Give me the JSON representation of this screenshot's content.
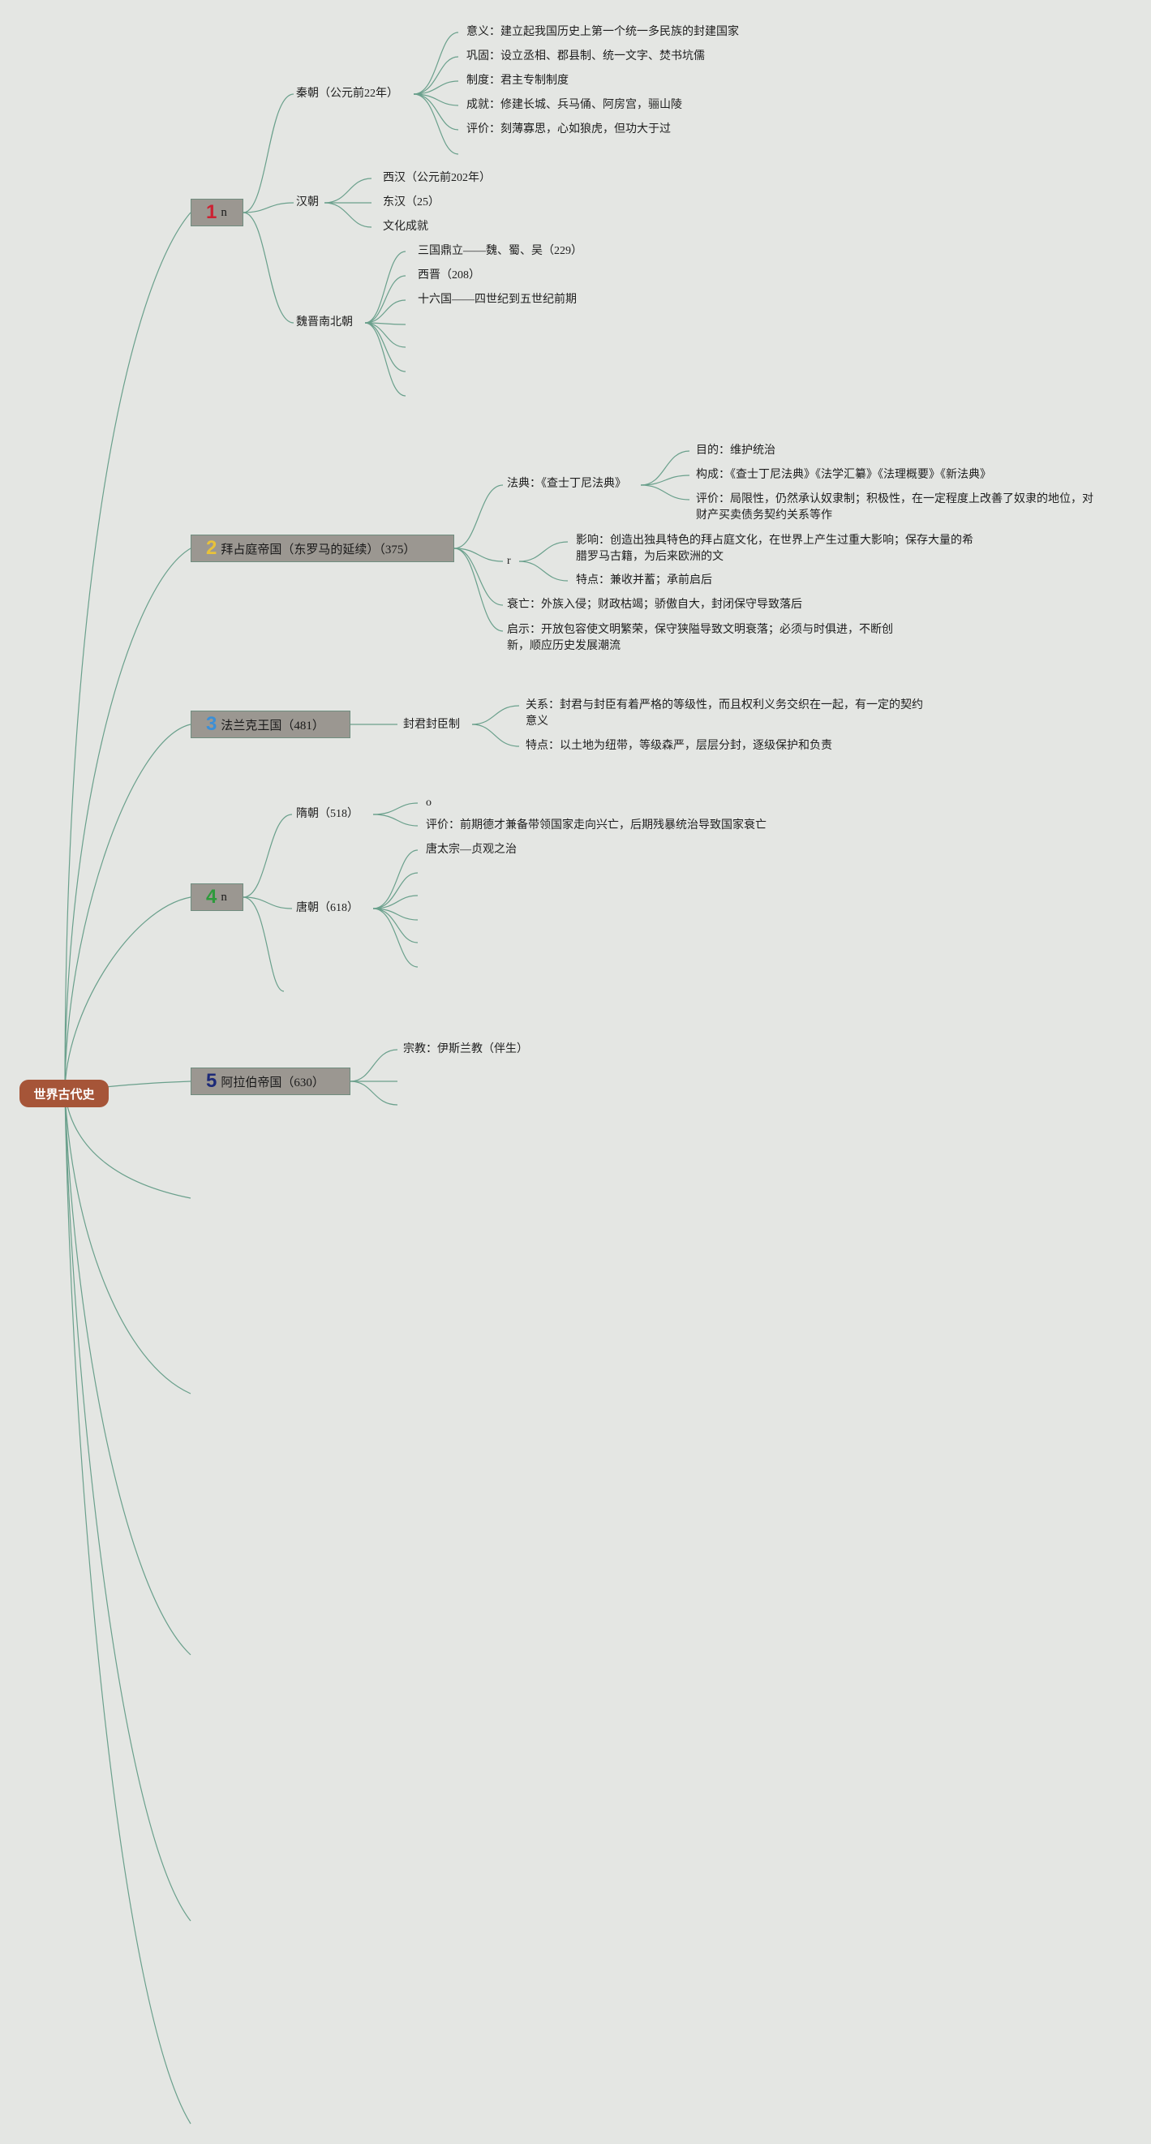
{
  "colors": {
    "background": "#e4e6e3",
    "link": "#6aa08c",
    "root_fill": "#a65538",
    "topic_fill": "#9b9791",
    "num1": "#cc2233",
    "num2": "#e8c23a",
    "num3": "#3c8fd6",
    "num4": "#2e9a3c",
    "num5": "#1d2a78"
  },
  "root": {
    "label": "世界古代史"
  },
  "topics": [
    {
      "num": "1",
      "label": "n"
    },
    {
      "num": "2",
      "label": "拜占庭帝国（东罗马的延续）（375）"
    },
    {
      "num": "3",
      "label": "法兰克王国（481）"
    },
    {
      "num": "4",
      "label": "n"
    },
    {
      "num": "5",
      "label": "阿拉伯帝国（630）"
    }
  ],
  "t1": {
    "qin": {
      "label": "秦朝（公元前22年）",
      "items": [
        "意义：建立起我国历史上第一个统一多民族的封建国家",
        "巩固：设立丞相、郡县制、统一文字、焚书坑儒",
        "制度：君主专制制度",
        "成就：修建长城、兵马俑、阿房宫，骊山陵",
        "评价：刻薄寡思，心如狼虎，但功大于过"
      ]
    },
    "han": {
      "label": "汉朝",
      "items": [
        "西汉（公元前202年）",
        "东汉（25）",
        "文化成就"
      ]
    },
    "wei": {
      "label": "魏晋南北朝",
      "items": [
        "三国鼎立——魏、蜀、吴（229）",
        "西晋（208）",
        "十六国——四世纪到五世纪前期"
      ]
    }
  },
  "t2": {
    "law": {
      "label": "法典：《查士丁尼法典》",
      "items": [
        "目的：维护统治",
        "构成：《查士丁尼法典》《法学汇纂》《法理概要》《新法典》",
        "评价：局限性，仍然承认奴隶制；积极性，在一定程度上改善了奴隶的地位，对财产买卖债务契约关系等作"
      ]
    },
    "r": {
      "label": "r",
      "items": [
        "影响：创造出独具特色的拜占庭文化，在世界上产生过重大影响；保存大量的希腊罗马古籍，为后来欧洲的文",
        "特点：兼收并蓄；承前启后"
      ]
    },
    "decline": "衰亡：外族入侵；财政枯竭；骄傲自大，封闭保守导致落后",
    "lesson": "启示：开放包容使文明繁荣，保守狭隘导致文明衰落；必须与时俱进，不断创新，顺应历史发展潮流"
  },
  "t3": {
    "feudal": {
      "label": "封君封臣制",
      "items": [
        "关系：封君与封臣有着严格的等级性，而且权利义务交织在一起，有一定的契约意义",
        "特点：以土地为纽带，等级森严，层层分封，逐级保护和负责"
      ]
    }
  },
  "t4": {
    "sui": {
      "label": "隋朝（518）",
      "items": [
        "o",
        "评价：前期德才兼备带领国家走向兴亡，后期残暴统治导致国家衰亡"
      ]
    },
    "tang": {
      "label": "唐朝（618）",
      "items": [
        "唐太宗—贞观之治"
      ]
    }
  },
  "t5": {
    "items": [
      "宗教：伊斯兰教（伴生）"
    ]
  }
}
